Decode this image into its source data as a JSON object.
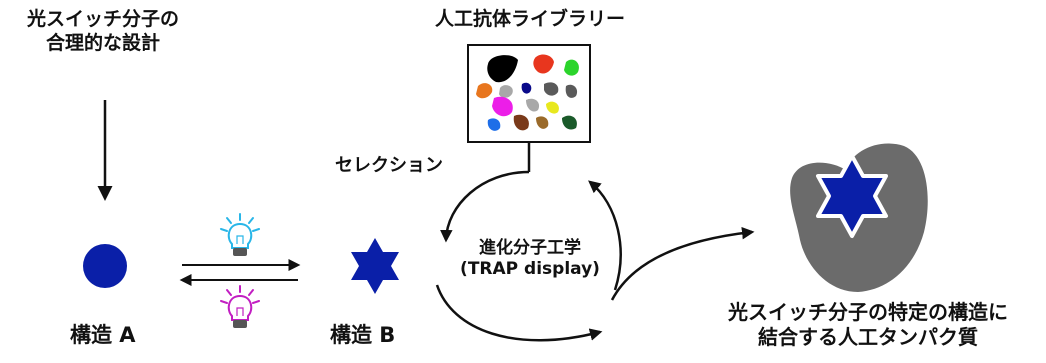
{
  "labels": {
    "design_line1": "光スイッチ分子の",
    "design_line2": "合理的な設計",
    "library": "人工抗体ライブラリー",
    "selection": "セレクション",
    "center_line1": "進化分子工学",
    "center_line2": "(TRAP display)",
    "structure_a": "構造 A",
    "structure_b": "構造 B",
    "result_line1": "光スイッチ分子の特定の構造に",
    "result_line2": "結合する人工タンパク質"
  },
  "colors": {
    "molecule_blue": "#0a1fa8",
    "protein_gray": "#6b6b6b",
    "bulb_top": "#29b6e8",
    "bulb_bottom": "#c21ec2",
    "library_shapes": [
      "#000000",
      "#e8361e",
      "#2bd42b",
      "#e8761e",
      "#a8a8a8",
      "#ec1ee8",
      "#0a0a8a",
      "#e8e81e",
      "#5a5a5a",
      "#1e6ee8",
      "#7a3a1a",
      "#1a5a2a",
      "#9a6a2a"
    ]
  },
  "icons": {
    "bulb_top": "lightbulb-icon",
    "bulb_bottom": "lightbulb-icon"
  }
}
